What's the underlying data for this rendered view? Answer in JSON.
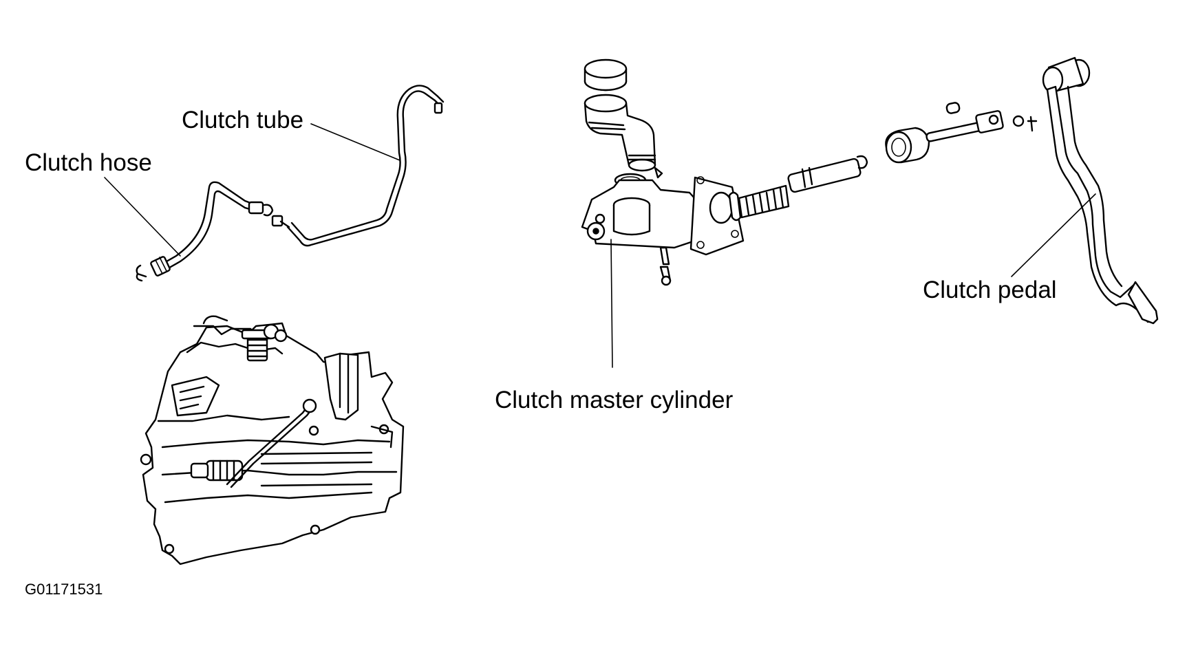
{
  "labels": {
    "clutch_tube": "Clutch tube",
    "clutch_hose": "Clutch hose",
    "clutch_master_cylinder": "Clutch master cylinder",
    "clutch_pedal": "Clutch pedal"
  },
  "figure_code": "G01171531",
  "colors": {
    "ink": "#000000",
    "paper": "#ffffff"
  }
}
